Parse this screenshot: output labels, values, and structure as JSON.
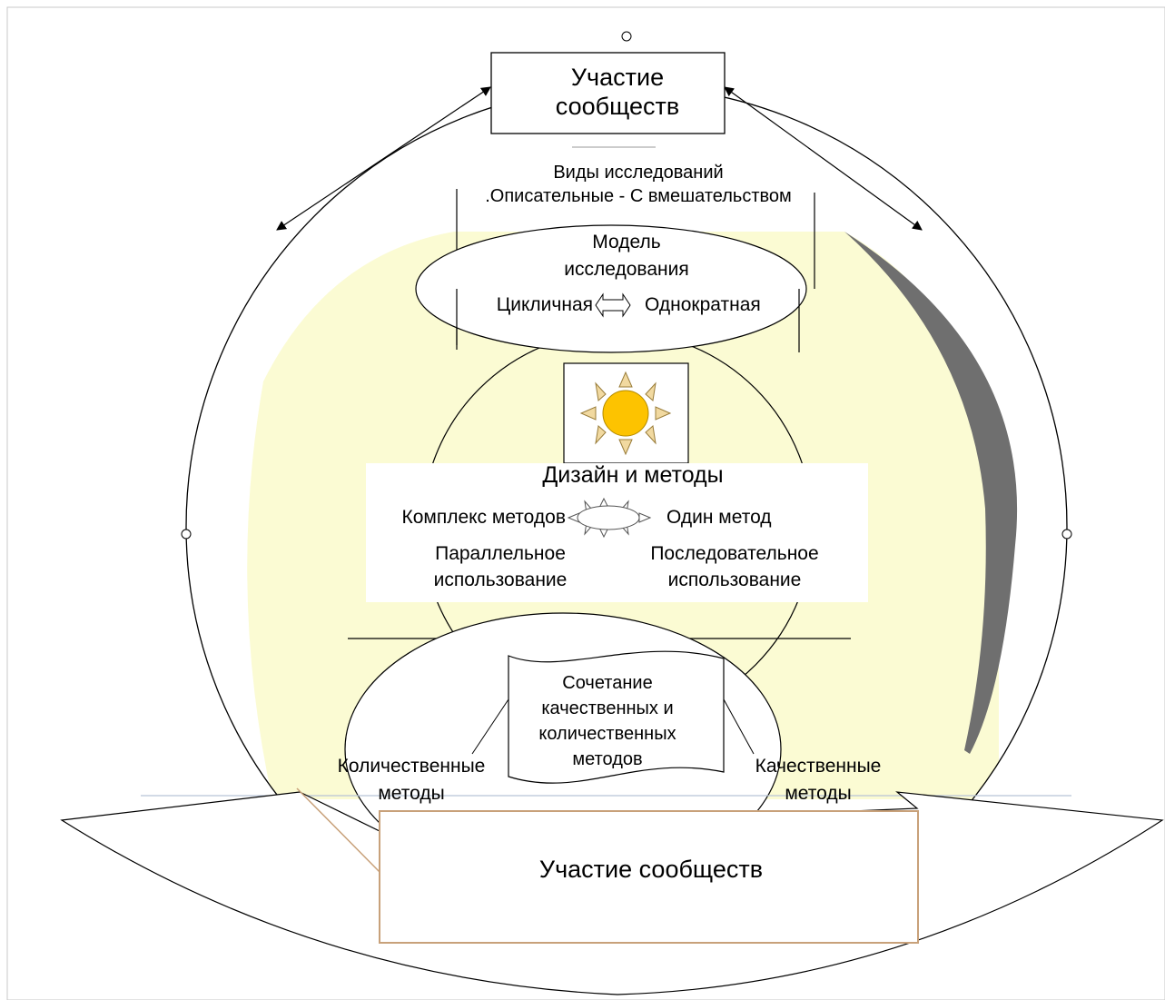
{
  "colors": {
    "background": "#ffffff",
    "frame_border": "#c8c8c8",
    "line": "#000000",
    "yellow_fill": "#fbfbd3",
    "shadow": "#6f6f6f",
    "sun_core": "#fdc300",
    "sun_ray": "#f1d9a0",
    "bottom_box_border": "#c8a17a",
    "horizon_line": "#b8c4d6"
  },
  "icons": {
    "sun": "sun-icon",
    "small_sun": "small-sun-icon",
    "double_arrow": "double-arrow-icon"
  },
  "top_box": {
    "line1": "Участие",
    "line2": "сообществ"
  },
  "study_types": {
    "line1": "Виды исследований",
    "line2": ".Описательные - С вмешательством"
  },
  "research_model": {
    "line1": "Модель",
    "line2": "исследования",
    "left": "Цикличная",
    "right": "Однократная"
  },
  "design": {
    "title": "Дизайн и методы",
    "left": "Комплекс методов",
    "right": "Один метод",
    "parallel_line1": "Параллельное",
    "parallel_line2": "использование",
    "sequential_line1": "Последовательное",
    "sequential_line2": "использование"
  },
  "combination": {
    "line1": "Сочетание",
    "line2": "качественных и",
    "line3": "количественных",
    "line4": "методов"
  },
  "quantitative": {
    "line1": "Количественные",
    "line2": "методы"
  },
  "qualitative": {
    "line1": "Качественные",
    "line2": "методы"
  },
  "bottom_box": {
    "label": "Участие сообществ"
  }
}
